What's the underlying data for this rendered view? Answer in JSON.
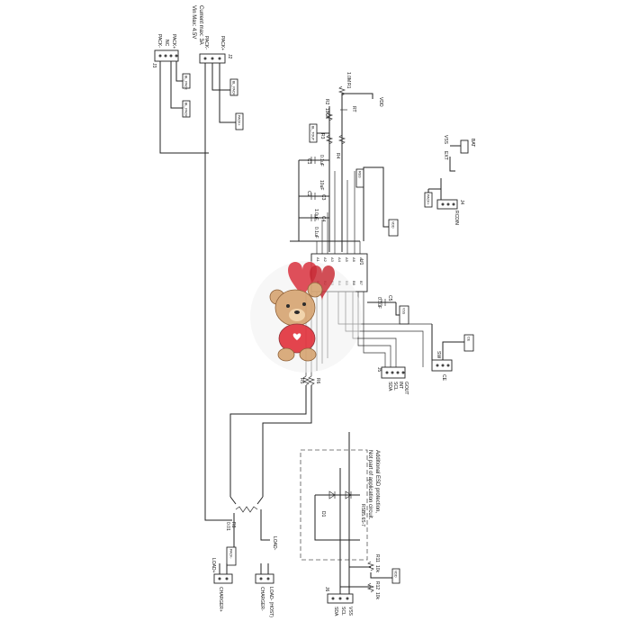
{
  "info": {
    "line1": "Vin Max: 4.5V",
    "line2": "Current max: 3A"
  },
  "connectors": {
    "j3": {
      "ref": "J3",
      "pins": [
        "PACK-",
        "NC",
        "PACK+",
        "1"
      ]
    },
    "j2": {
      "ref": "J2",
      "pins": [
        "PACK+",
        "1",
        "PACK-",
        "T-"
      ]
    },
    "j4": {
      "ref": "J4",
      "pins": [
        "PACK+",
        "VDD",
        "RCDIN"
      ]
    },
    "j5": {
      "ref": "J5",
      "pins": [
        "SDA",
        "SCL",
        "INT",
        "GOUT",
        "CE",
        "REG"
      ]
    },
    "j6": {
      "ref": "J6",
      "pins": [
        "SDA",
        "SCL",
        "VSS"
      ]
    },
    "j8": {
      "ref": "J8",
      "pins": [
        "LOAD+",
        "LOAD-",
        "CHARGER+"
      ]
    },
    "j9": {
      "ref": "J9",
      "pins": [
        "CHARGER-",
        "LOAD- (HOST)"
      ]
    }
  },
  "labels": {
    "vdd": "VDD",
    "vss": "VSS",
    "ext": "EXT",
    "bat_tout": "BL_TOUT",
    "bl_pack": "BL_PACK",
    "bl_pack2": "BL_PACK",
    "pack_plus": "PACK+",
    "reg": "REG",
    "gout": "GOUT",
    "ce": "CE",
    "vss_box": "VSS",
    "load_minus": "LOAD-",
    "pack_minus": "PACK-",
    "pack_minus2": "PACK-",
    "load_plus": "LOAD+",
    "sda_out": "SDA",
    "scl_out": "SCL",
    "r1": "R1",
    "r1v": "1.0M",
    "r2": "R2",
    "r2v": "10.2k",
    "r3": "R3",
    "r4": "R4",
    "c1": "C1",
    "c1v": "0.1uF",
    "c2": "C2",
    "c2v": "10uF",
    "c3": "C3",
    "c3v": "1.0uF",
    "c4": "C4",
    "c4v": "0.1uF",
    "c5": "C5",
    "c5v": "0.1uF",
    "r5": "R5",
    "r6": "R6",
    "r8": "R8",
    "r8v": "0.01",
    "r11": "R11",
    "r11v": "10k",
    "r12": "R12",
    "r12v": "10k",
    "d1": "D1",
    "d1v": "RSB5.6S-7",
    "rt": "RT",
    "bat": "BAT",
    "sw": "SW",
    "esd_note1": "Additional ESD protection,",
    "esd_note2": "Not part of application circuit."
  },
  "ic": {
    "ref": "U1",
    "pins_top": [
      "A1",
      "A2",
      "A3",
      "A4",
      "A5",
      "A6",
      "A7"
    ],
    "pins_bottom": [
      "B1",
      "B2",
      "B3",
      "B4",
      "B5",
      "B6",
      "B7"
    ]
  },
  "watermark": {
    "icon": "teddy-bear-heart-balloon-icon"
  },
  "colors": {
    "wire": "#222222",
    "balloon": "#d9333f",
    "bear": "#d8a878",
    "shirt": "#e23a44"
  }
}
